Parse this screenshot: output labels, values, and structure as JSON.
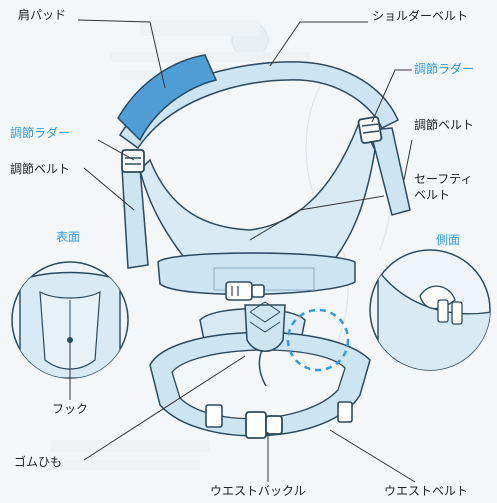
{
  "labels": {
    "shoulder_pad": "肩パッド",
    "shoulder_belt": "ショルダーベルト",
    "adjust_ladder_left": "調節ラダー",
    "adjust_ladder_right": "調節ラダー",
    "adjust_belt_left": "調節ベルト",
    "adjust_belt_right": "調節ベルト",
    "safety_belt_line1": "セーフティ",
    "safety_belt_line2": "ベルト",
    "front_view": "表面",
    "side_view": "側面",
    "hook": "フック",
    "elastic_cord": "ゴムひも",
    "waist_buckle": "ウエストバックル",
    "waist_belt": "ウエストベルト"
  },
  "colors": {
    "belt_fill": "#cde4f1",
    "belt_outline": "#2c4a5e",
    "pad_fill": "#4f9fd6",
    "accent_text": "#2f9be0",
    "dashed_ring": "#2f9be0",
    "background": "#f4f7f9"
  },
  "icons": {
    "buckle": "side-release-buckle-icon",
    "ladder": "ladder-lock-icon",
    "hook": "hook-icon"
  }
}
